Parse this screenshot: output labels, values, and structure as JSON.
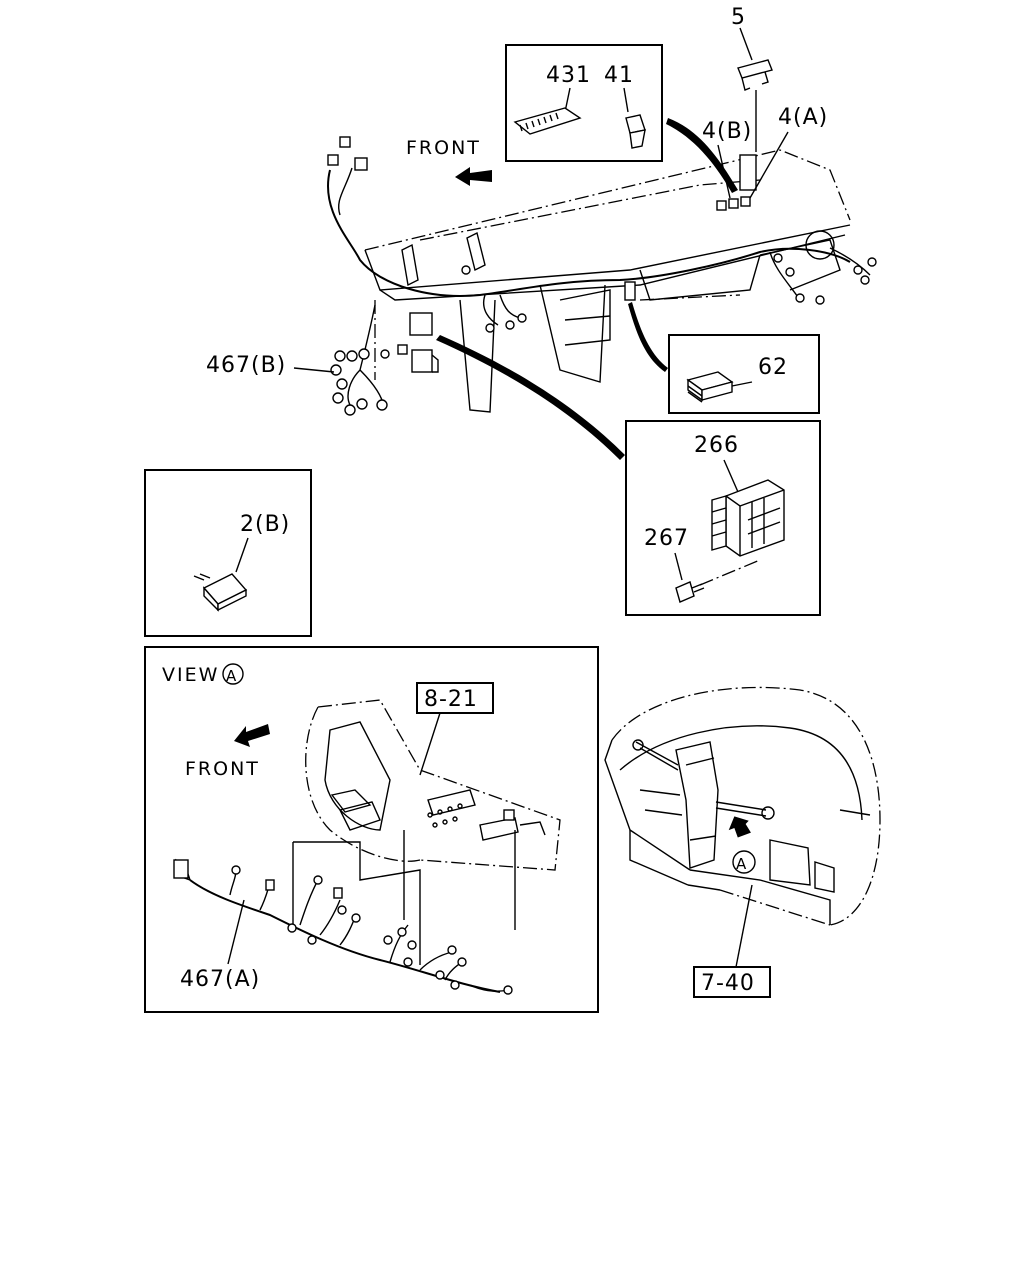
{
  "labels": {
    "p5": "5",
    "p431": "431",
    "p41": "41",
    "p4b": "4(B)",
    "p4a": "4(A)",
    "front_top": "FRONT",
    "p467b": "467(B)",
    "p62": "62",
    "p266": "266",
    "p267": "267",
    "p2b": "2(B)",
    "view": "VIEW",
    "view_circle": "A",
    "ref_821": "8-21",
    "front_view": "FRONT",
    "p467a": "467(A)",
    "circle_a": "A",
    "ref_740": "7-40"
  }
}
